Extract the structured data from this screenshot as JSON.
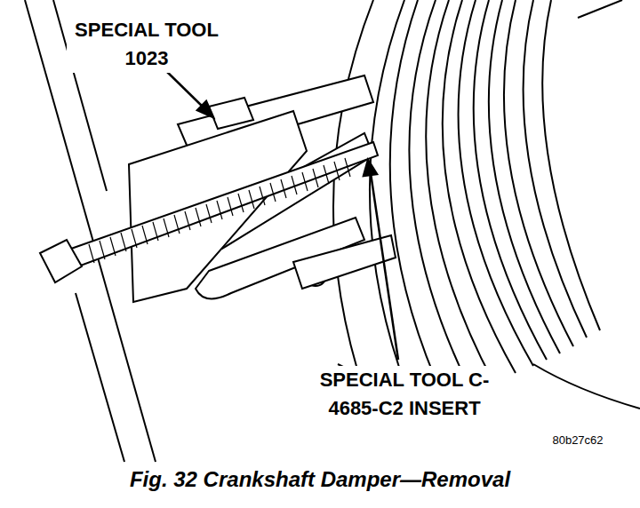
{
  "diagram": {
    "caption": "Fig. 32 Crankshaft Damper—Removal",
    "labels": [
      "SPECIAL TOOL 1023",
      "SPECIAL TOOL C-4685-C2 INSERT",
      "80b27c62"
    ]
  }
}
